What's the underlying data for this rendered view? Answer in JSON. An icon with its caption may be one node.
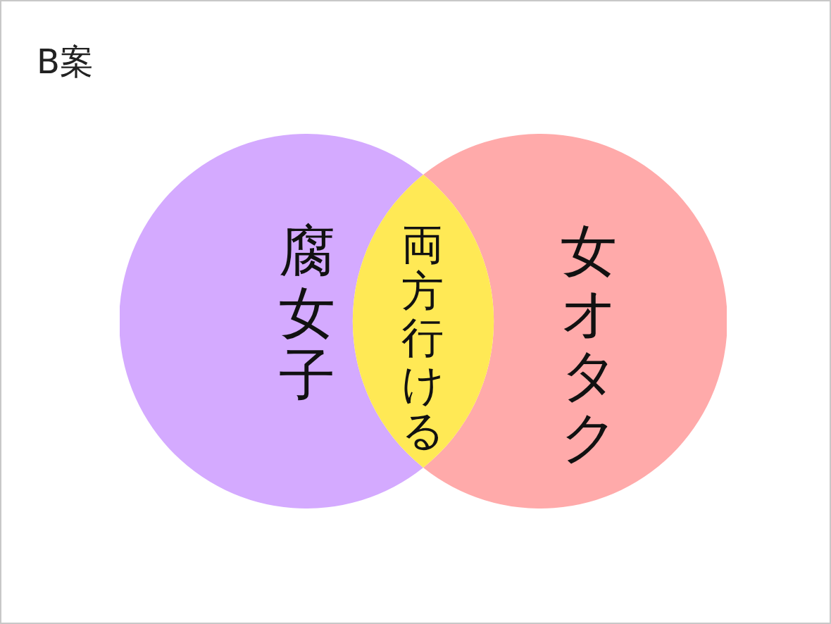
{
  "diagram": {
    "title": "B案",
    "nodes": [
      {
        "text": [
          "腐女子"
        ]
      },
      {
        "text": [
          "両方行ける"
        ]
      },
      {
        "text": [
          "女オタク"
        ]
      }
    ]
  }
}
